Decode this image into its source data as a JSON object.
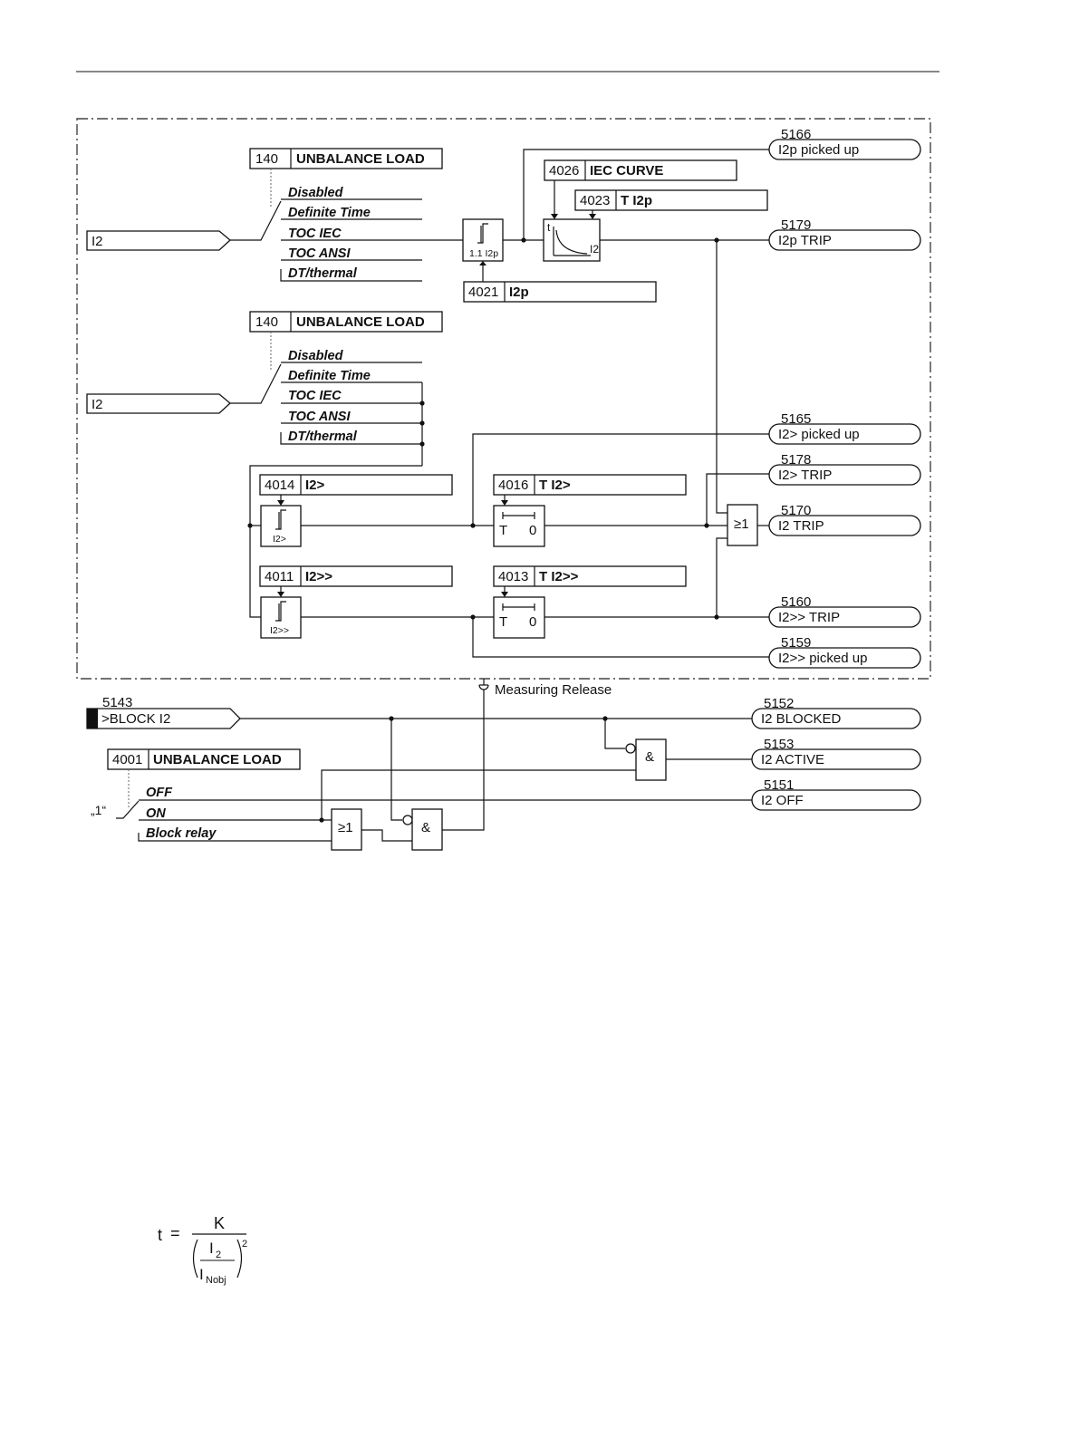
{
  "top_mode_block": {
    "id": "140",
    "label": "UNBALANCE LOAD",
    "options": [
      "Disabled",
      "Definite Time",
      "TOC IEC",
      "TOC ANSI",
      "DT/thermal"
    ]
  },
  "mid_mode_block": {
    "id": "140",
    "label": "UNBALANCE LOAD",
    "options": [
      "Disabled",
      "Definite Time",
      "TOC IEC",
      "TOC ANSI",
      "DT/thermal"
    ]
  },
  "inputs": {
    "top": "I2",
    "mid": "I2"
  },
  "params": {
    "iec_curve": {
      "id": "4026",
      "label": "IEC CURVE"
    },
    "t_i2p": {
      "id": "4023",
      "label": "T I2p"
    },
    "i2p": {
      "id": "4021",
      "label": "I2p"
    },
    "i2_gt": {
      "id": "4014",
      "label": "I2>"
    },
    "t_i2_gt": {
      "id": "4016",
      "label": "T I2>"
    },
    "i2_gtgt": {
      "id": "4011",
      "label": "I2>>"
    },
    "t_i2_gtgt": {
      "id": "4013",
      "label": "T I2>>"
    }
  },
  "elements": {
    "threshold_i2p": "1.1 I2p",
    "threshold_i2gt": "I2>",
    "threshold_i2gtgt": "I2>>",
    "curve_t": "t",
    "curve_i2": "I2",
    "timer_t": "T",
    "timer_0": "0",
    "or_gate": "≥1",
    "and_gate": "&"
  },
  "outputs": [
    {
      "id": "5166",
      "label": "I2p picked up"
    },
    {
      "id": "5179",
      "label": "I2p TRIP"
    },
    {
      "id": "5165",
      "label": "I2> picked up"
    },
    {
      "id": "5178",
      "label": "I2> TRIP"
    },
    {
      "id": "5170",
      "label": "I2 TRIP"
    },
    {
      "id": "5160",
      "label": "I2>> TRIP"
    },
    {
      "id": "5159",
      "label": "I2>> picked up"
    },
    {
      "id": "5152",
      "label": "I2 BLOCKED"
    },
    {
      "id": "5153",
      "label": "I2 ACTIVE"
    },
    {
      "id": "5151",
      "label": "I2 OFF"
    }
  ],
  "measuring_release": "Measuring Release",
  "block_input": {
    "id": "5143",
    "label": ">BLOCK I2"
  },
  "function_block": {
    "id": "4001",
    "label": "UNBALANCE LOAD",
    "options": [
      "OFF",
      "ON",
      "Block relay"
    ]
  },
  "constant_one": "„1“",
  "formula": {
    "lhs": "t",
    "eq": "=",
    "numerator": "K",
    "num_inner": "I",
    "num_sub": "2",
    "den_inner": "I",
    "den_sub": "Nobj",
    "exponent": "2"
  }
}
